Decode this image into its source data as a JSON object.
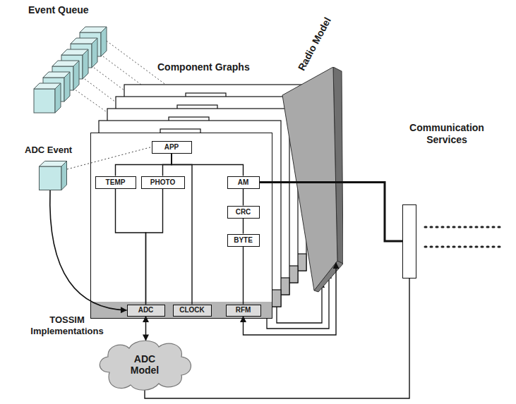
{
  "diagram": {
    "nodes": [
      {
        "text": [
          "Component Graphs"
        ]
      },
      {
        "text": [
          "APP"
        ],
        "in": 0
      },
      {
        "text": [
          "TEMP"
        ],
        "in": 0
      },
      {
        "text": [
          "PHOTO"
        ],
        "in": 0
      },
      {
        "text": [
          "AM"
        ],
        "in": 0
      },
      {
        "text": [
          "CRC"
        ],
        "in": 0
      },
      {
        "text": [
          "BYTE"
        ],
        "in": 0
      },
      {
        "text": [
          "ADC"
        ],
        "in": 0
      },
      {
        "text": [
          "CLOCK"
        ],
        "in": 0
      },
      {
        "text": [
          "RFM"
        ],
        "in": 0
      },
      {
        "text": [
          "ADC Event"
        ]
      },
      {
        "text": [
          "Radio Model"
        ]
      },
      {
        "text": [
          "Communication Services"
        ]
      },
      {
        "text": [
          "ADC Model"
        ]
      }
    ],
    "edges": [
      {
        "from": 1,
        "to": 2,
        "arrow": "none"
      },
      {
        "from": 1,
        "to": 3,
        "arrow": "none"
      },
      {
        "from": 1,
        "to": 4,
        "arrow": "none"
      },
      {
        "from": 1,
        "to": 8,
        "arrow": "none"
      },
      {
        "from": 2,
        "to": 7,
        "arrow": "none"
      },
      {
        "from": 3,
        "to": 7,
        "arrow": "none"
      },
      {
        "from": 4,
        "to": 5,
        "arrow": "none"
      },
      {
        "from": 5,
        "to": 6,
        "arrow": "none"
      },
      {
        "from": 6,
        "to": 9,
        "arrow": "none"
      },
      {
        "from": 10,
        "to": 1,
        "arrow": "none"
      },
      {
        "from": 10,
        "to": 7,
        "arrow": "to"
      },
      {
        "from": 7,
        "to": 13,
        "arrow": "both"
      },
      {
        "from": 4,
        "to": 12,
        "arrow": "none"
      },
      {
        "from": 12,
        "to": 13,
        "arrow": "none"
      },
      {
        "from": 9,
        "to": 11,
        "arrow": "both"
      }
    ],
    "labels": [
      "Event Queue",
      "TOSSIM Implementations"
    ]
  }
}
